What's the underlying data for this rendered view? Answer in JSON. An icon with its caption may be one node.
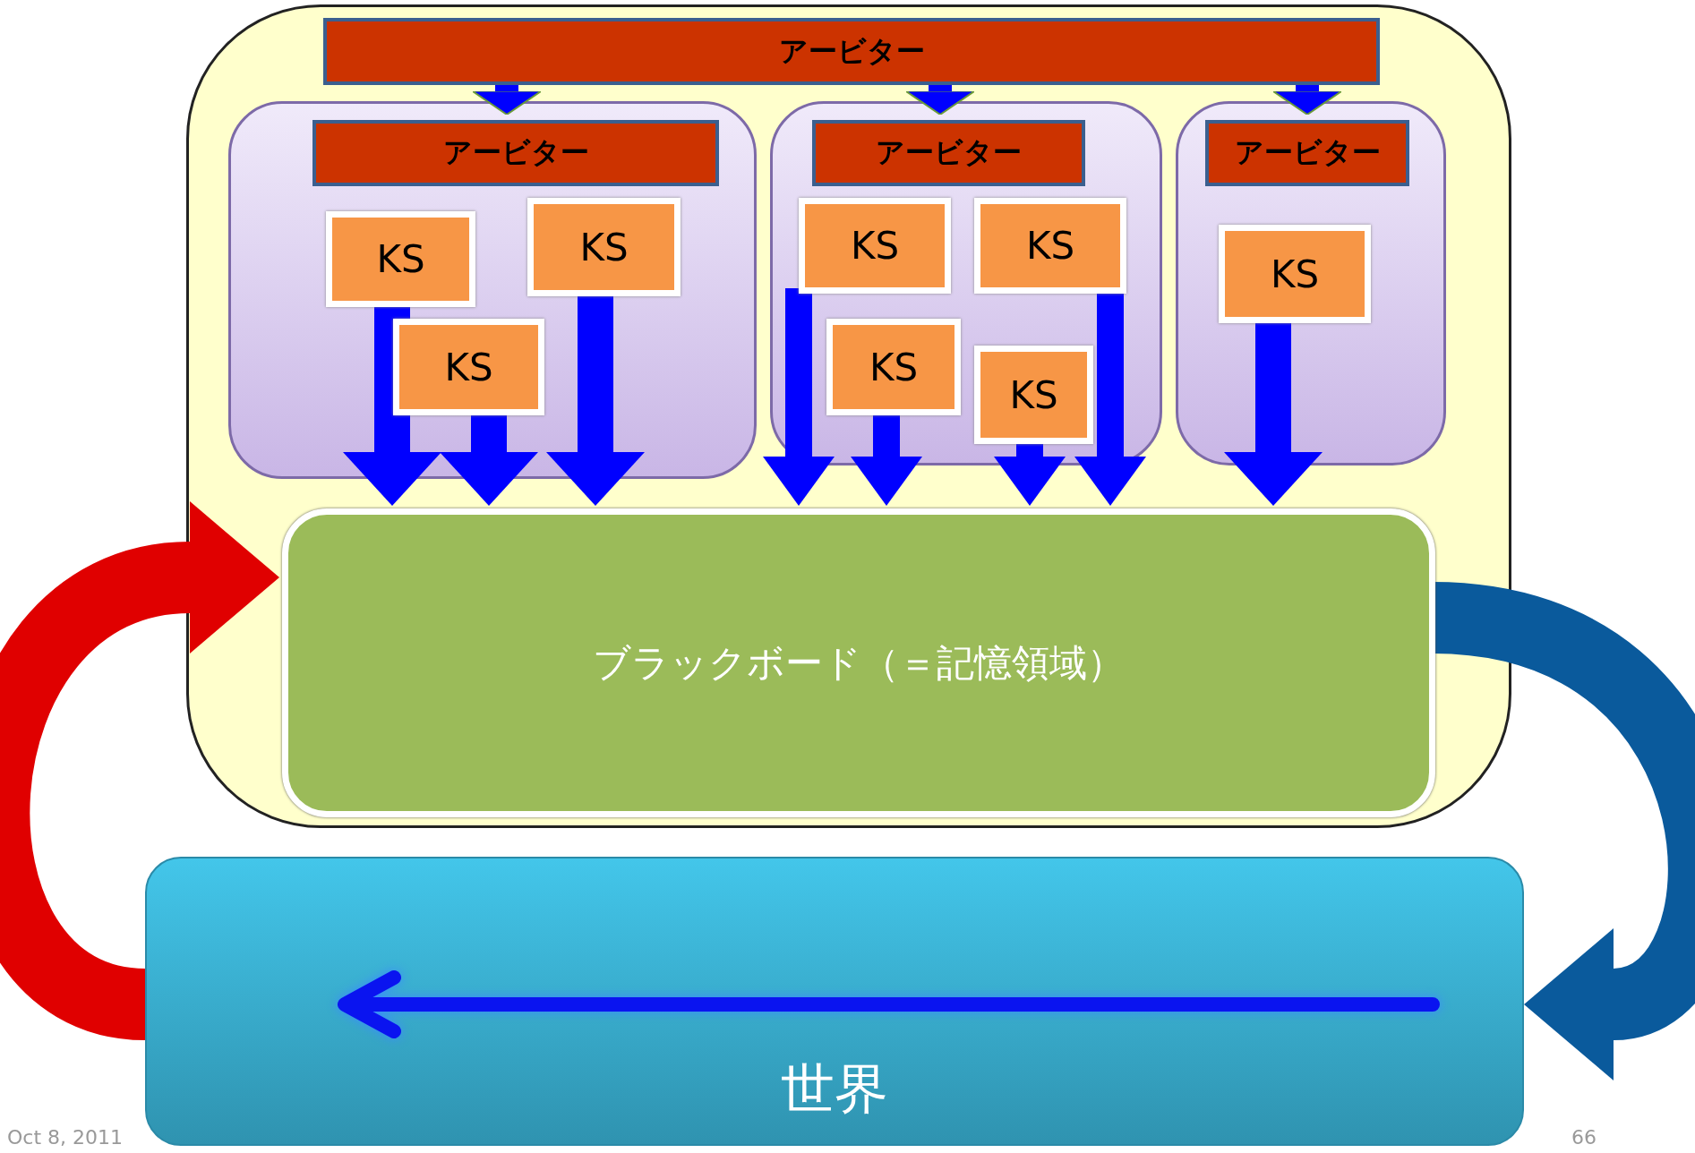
{
  "diagram": {
    "nodes": [
      {
        "text": [],
        "shape": "box"
      },
      {
        "text": [
          "アービター"
        ],
        "in": 0
      },
      {
        "text": [],
        "shape": "box",
        "in": 0
      },
      {
        "text": [
          "アービター"
        ],
        "in": 2
      },
      {
        "text": [
          "KS"
        ],
        "in": 2
      },
      {
        "text": [
          "KS"
        ],
        "in": 2
      },
      {
        "text": [
          "KS"
        ],
        "in": 2
      },
      {
        "text": [],
        "shape": "box",
        "in": 0
      },
      {
        "text": [
          "アービター"
        ],
        "in": 7
      },
      {
        "text": [
          "KS"
        ],
        "in": 7
      },
      {
        "text": [
          "KS"
        ],
        "in": 7
      },
      {
        "text": [
          "KS"
        ],
        "in": 7
      },
      {
        "text": [
          "KS"
        ],
        "in": 7
      },
      {
        "text": [],
        "shape": "box",
        "in": 0
      },
      {
        "text": [
          "アービター"
        ],
        "in": 13
      },
      {
        "text": [
          "KS"
        ],
        "in": 13
      },
      {
        "text": [
          "ブラックボード（＝記憶領域）"
        ],
        "in": 0
      },
      {
        "text": [
          "世界"
        ]
      }
    ],
    "edges": [
      {
        "from": 1,
        "to": 3,
        "arrow": "to"
      },
      {
        "from": 1,
        "to": 8,
        "arrow": "to"
      },
      {
        "from": 1,
        "to": 14,
        "arrow": "to"
      },
      {
        "from": 4,
        "to": 16,
        "arrow": "to"
      },
      {
        "from": 6,
        "to": 16,
        "arrow": "to"
      },
      {
        "from": 5,
        "to": 16,
        "arrow": "to"
      },
      {
        "from": 9,
        "to": 16,
        "arrow": "to"
      },
      {
        "from": 11,
        "to": 16,
        "arrow": "to"
      },
      {
        "from": 10,
        "to": 16,
        "arrow": "to"
      },
      {
        "from": 12,
        "to": 16,
        "arrow": "to"
      },
      {
        "from": 15,
        "to": 16,
        "arrow": "to"
      },
      {
        "from": 16,
        "to": 17,
        "arrow": "to",
        "style": "thick",
        "color": "#0a5a9c"
      },
      {
        "from": 17,
        "to": 16,
        "arrow": "to",
        "style": "thick",
        "color": "#e00000"
      }
    ],
    "labels": [
      "Oct 8, 2011",
      "66"
    ]
  }
}
